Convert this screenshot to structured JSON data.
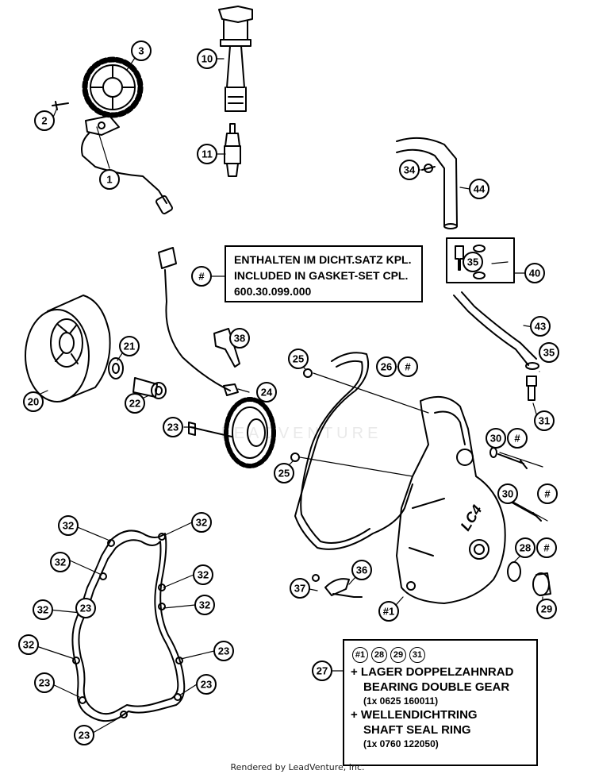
{
  "callouts": [
    "1",
    "2",
    "3",
    "10",
    "11",
    "20",
    "21",
    "22",
    "23",
    "23",
    "24",
    "25",
    "25",
    "26",
    "#",
    "27",
    "28",
    "#",
    "29",
    "30",
    "#",
    "30",
    "#",
    "31",
    "32",
    "32",
    "32",
    "32",
    "32",
    "32",
    "32",
    "23",
    "23",
    "23",
    "23",
    "34",
    "35",
    "35",
    "36",
    "37",
    "38",
    "40",
    "43",
    "44",
    "#1",
    "#"
  ],
  "gasket_note": {
    "marker": "#",
    "line1": "ENTHALTEN IM DICHT.SATZ KPL.",
    "line2": "INCLUDED IN GASKET-SET CPL.",
    "line3": "600.30.099.000"
  },
  "kit": {
    "number": "27",
    "refs": [
      "#1",
      "28",
      "29",
      "31"
    ],
    "line1": "+ LAGER DOPPELZAHNRAD",
    "line2": "BEARING DOUBLE GEAR",
    "line3": "(1x 0625 160011)",
    "line4": "+ WELLENDICHTRING",
    "line5": "SHAFT SEAL RING",
    "line6": "(1x 0760 122050)"
  },
  "cover_logo": "LC4",
  "watermark": "LEADVENTURE",
  "footer": "Rendered by LeadVenture, Inc."
}
